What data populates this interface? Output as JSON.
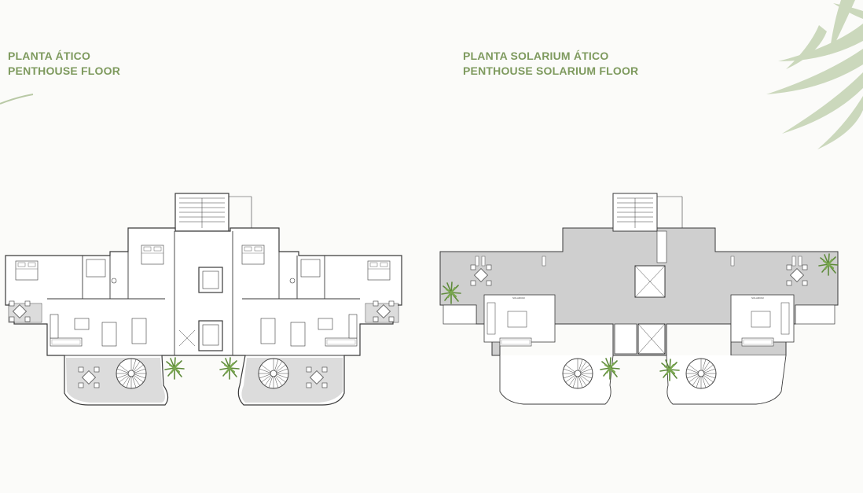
{
  "panels": {
    "left": {
      "title_es": "PLANTA ÁTICO",
      "title_en": "PENTHOUSE FLOOR"
    },
    "right": {
      "title_es": "PLANTA SOLARIUM ÁTICO",
      "title_en": "PENTHOUSE SOLARIUM FLOOR",
      "solarium_label_left": "SOLARIUM",
      "solarium_label_right": "SOLARIUM"
    }
  },
  "colors": {
    "title": "#7e9a5e",
    "terrace_fill": "#cfcfcf",
    "wall": "#3a3a3a",
    "plant": "#5e8a3a",
    "leaf_decoration": "#b9c9a6"
  },
  "icons": [
    "palm-leaf-icon",
    "plant-icon",
    "table-set-icon",
    "spiral-stair-icon",
    "elevator-icon"
  ]
}
